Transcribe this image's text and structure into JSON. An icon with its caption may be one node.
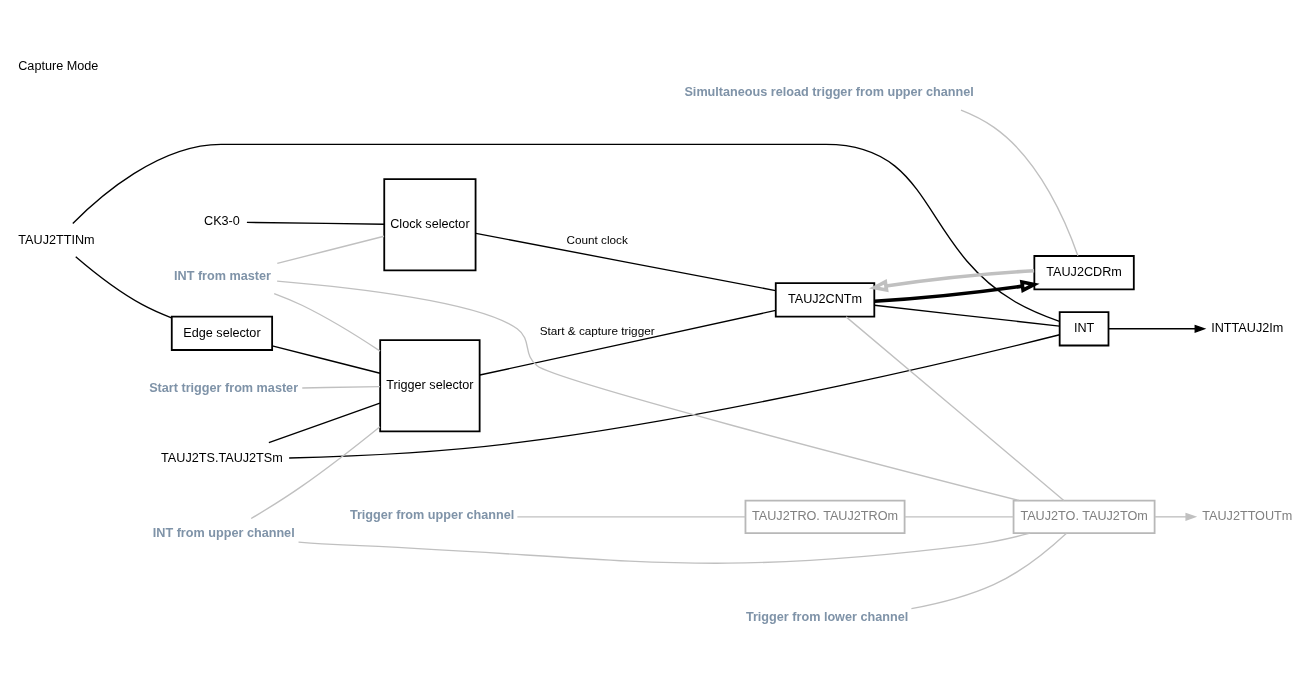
{
  "diagram": {
    "title": "Capture Mode",
    "nodes": [
      {
        "text": [
          "CK3-0"
        ]
      },
      {
        "text": [
          "TAUJ2TS.TAUJ2TSm"
        ]
      },
      {
        "text": [
          "TAUJ2TTINm"
        ]
      },
      {
        "text": [
          "Edge selector"
        ]
      },
      {
        "text": [
          "Clock selector"
        ]
      },
      {
        "text": [
          "Trigger selector"
        ]
      },
      {
        "text": [
          "TAUJ2CNTm"
        ]
      },
      {
        "text": [
          "TAUJ2CDRm"
        ]
      },
      {
        "text": [
          "INT"
        ]
      },
      {
        "text": [
          "INTTAUJ2Im"
        ]
      },
      {
        "text": [
          "Start trigger from master"
        ]
      },
      {
        "text": [
          "INT from master"
        ]
      },
      {
        "text": [
          "INT from upper channel"
        ]
      },
      {
        "text": [
          "Simultaneous reload trigger from upper channel"
        ]
      },
      {
        "text": [
          "Trigger from upper channel"
        ]
      },
      {
        "text": [
          "TAUJ2TRO. TAUJ2TROm"
        ]
      },
      {
        "text": [
          "TAUJ2TO. TAUJ2TOm"
        ]
      },
      {
        "text": [
          "TAUJ2TTOUTm"
        ]
      },
      {
        "text": [
          "Trigger from lower channel"
        ]
      }
    ],
    "edges": [
      {
        "from": 0,
        "to": 4,
        "arrow": "none",
        "color": "#000000"
      },
      {
        "from": 1,
        "to": 5,
        "arrow": "none",
        "color": "#000000"
      },
      {
        "from": 2,
        "to": 3,
        "arrow": "none",
        "color": "#000000"
      },
      {
        "from": 3,
        "to": 5,
        "arrow": "none",
        "color": "#000000"
      },
      {
        "from": 1,
        "to": 8,
        "arrow": "none",
        "color": "#000000"
      },
      {
        "from": 2,
        "to": 8,
        "arrow": "none",
        "color": "#000000"
      },
      {
        "from": 4,
        "to": 6,
        "label": "Count clock",
        "arrow": "none",
        "color": "#000000"
      },
      {
        "from": 5,
        "to": 6,
        "label": "Start & capture trigger",
        "arrow": "none",
        "color": "#000000"
      },
      {
        "from": 6,
        "to": 7,
        "arrow": "to",
        "style": "thick",
        "color": "#000000"
      },
      {
        "from": 6,
        "to": 8,
        "arrow": "none",
        "color": "#000000"
      },
      {
        "from": 8,
        "to": 9,
        "arrow": "to",
        "color": "#000000"
      },
      {
        "from": 7,
        "to": 6,
        "arrow": "to",
        "style": "thick"
      },
      {
        "from": 10,
        "to": 5,
        "arrow": "none"
      },
      {
        "from": 11,
        "to": 4,
        "arrow": "none"
      },
      {
        "from": 11,
        "to": 5,
        "arrow": "none"
      },
      {
        "from": 12,
        "to": 5,
        "arrow": "none"
      },
      {
        "from": 11,
        "to": 16,
        "arrow": "none"
      },
      {
        "from": 12,
        "to": 16,
        "arrow": "none"
      },
      {
        "from": 13,
        "to": 7,
        "arrow": "none"
      },
      {
        "from": 14,
        "to": 15,
        "arrow": "none"
      },
      {
        "from": 15,
        "to": 16,
        "arrow": "none"
      },
      {
        "from": 6,
        "to": 16,
        "arrow": "none"
      },
      {
        "from": 16,
        "to": 17,
        "arrow": "to"
      },
      {
        "from": 18,
        "to": 16,
        "arrow": "none"
      }
    ]
  }
}
